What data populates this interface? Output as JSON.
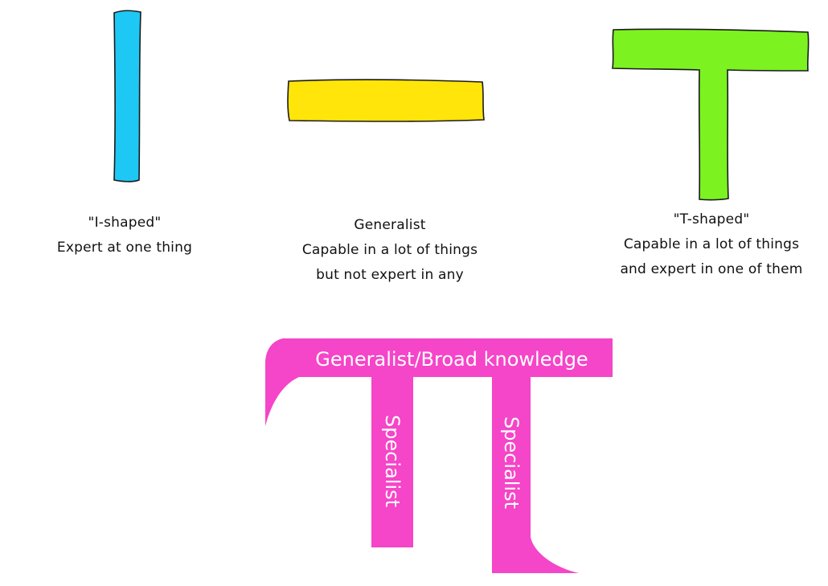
{
  "colors": {
    "i_shape": "#1ec8f5",
    "generalist_bar": "#ffe50a",
    "t_shape": "#7cf221",
    "pi_shape": "#f545c8",
    "outline": "#1a1a1a"
  },
  "i_shaped": {
    "title": "\"I-shaped\"",
    "line1": "Expert at one thing"
  },
  "generalist": {
    "title": "Generalist",
    "line1": "Capable in a lot of things",
    "line2": "but not expert in any"
  },
  "t_shaped": {
    "title": "\"T-shaped\"",
    "line1": "Capable in a lot of things",
    "line2": "and expert in one of them"
  },
  "pi_shaped": {
    "top_label": "Generalist/Broad knowledge",
    "left_leg_label": "Specialist",
    "right_leg_label": "Specialist"
  }
}
